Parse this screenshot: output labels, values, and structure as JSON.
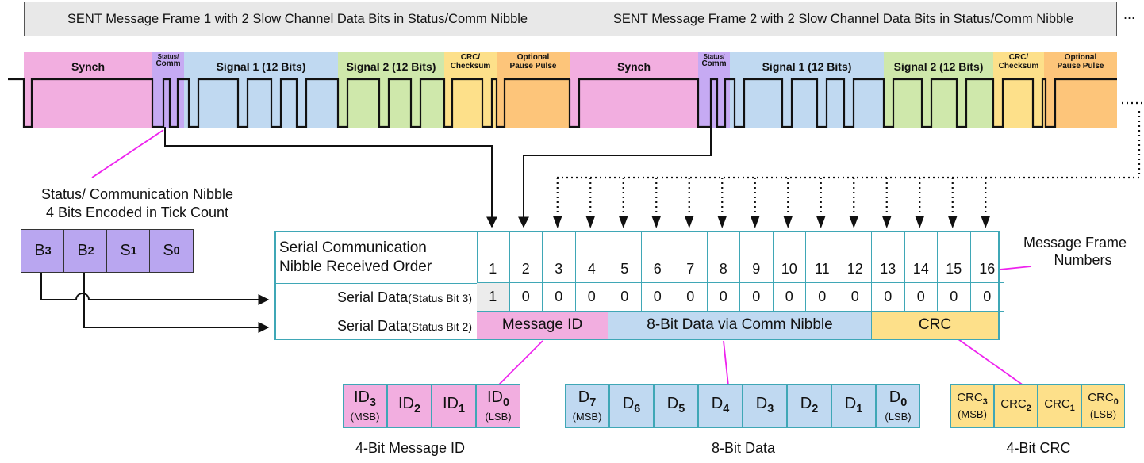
{
  "headers": {
    "frame1": "SENT Message Frame 1 with 2 Slow Channel Data Bits in Status/Comm Nibble",
    "frame2": "SENT Message Frame 2 with 2 Slow Channel Data Bits in Status/Comm Nibble",
    "ellipsis": "..."
  },
  "segments": {
    "synch": "Synch",
    "status_line1": "Status/",
    "status_line2": "Comm",
    "signal1": "Signal 1 (12 Bits)",
    "signal2": "Signal 2 (12 Bits)",
    "crc_line1": "CRC/",
    "crc_line2": "Checksum",
    "pause_line1": "Optional",
    "pause_line2": "Pause Pulse"
  },
  "colors": {
    "synch": "#f2aee0",
    "status": "#c6aaf3",
    "signal1": "#c0d9f1",
    "signal2": "#cfe8ab",
    "crc": "#fde08a",
    "pause": "#fdc57a",
    "table_border": "#3fa7b6",
    "pointer": "#ee22ee"
  },
  "status_nibble": {
    "title_line1": "Status/ Communication Nibble",
    "title_line2": "4 Bits Encoded in Tick Count",
    "bits": [
      {
        "base": "B",
        "sub": "3"
      },
      {
        "base": "B",
        "sub": "2"
      },
      {
        "base": "S",
        "sub": "1"
      },
      {
        "base": "S",
        "sub": "0"
      }
    ]
  },
  "table": {
    "row0_label_line1": "Serial Communication",
    "row0_label_line2": "Nibble Received Order",
    "row1_label_main": "Serial Data ",
    "row1_label_sub": "(Status Bit 3)",
    "row2_label_main": "Serial Data ",
    "row2_label_sub": "(Status Bit 2)",
    "order": [
      "1",
      "2",
      "3",
      "4",
      "5",
      "6",
      "7",
      "8",
      "9",
      "10",
      "11",
      "12",
      "13",
      "14",
      "15",
      "16"
    ],
    "bit3": [
      "1",
      "0",
      "0",
      "0",
      "0",
      "0",
      "0",
      "0",
      "0",
      "0",
      "0",
      "0",
      "0",
      "0",
      "0",
      "0"
    ],
    "message_id": "Message ID",
    "data8": "8-Bit Data via Comm Nibble",
    "crc": "CRC"
  },
  "frame_numbers": {
    "line1": "Message Frame",
    "line2": "Numbers"
  },
  "message_id_bits": {
    "caption": "4-Bit Message ID",
    "cells": [
      {
        "base": "ID",
        "sub": "3",
        "note": "(MSB)"
      },
      {
        "base": "ID",
        "sub": "2",
        "note": ""
      },
      {
        "base": "ID",
        "sub": "1",
        "note": ""
      },
      {
        "base": "ID",
        "sub": "0",
        "note": "(LSB)"
      }
    ]
  },
  "data_bits": {
    "caption": "8-Bit Data",
    "cells": [
      {
        "base": "D",
        "sub": "7",
        "note": "(MSB)"
      },
      {
        "base": "D",
        "sub": "6",
        "note": ""
      },
      {
        "base": "D",
        "sub": "5",
        "note": ""
      },
      {
        "base": "D",
        "sub": "4",
        "note": ""
      },
      {
        "base": "D",
        "sub": "3",
        "note": ""
      },
      {
        "base": "D",
        "sub": "2",
        "note": ""
      },
      {
        "base": "D",
        "sub": "1",
        "note": ""
      },
      {
        "base": "D",
        "sub": "0",
        "note": "(LSB)"
      }
    ]
  },
  "crc_bits": {
    "caption": "4-Bit CRC",
    "cells": [
      {
        "base": "CRC",
        "sub": "3",
        "note": "(MSB)"
      },
      {
        "base": "CRC",
        "sub": "2",
        "note": ""
      },
      {
        "base": "CRC",
        "sub": "1",
        "note": ""
      },
      {
        "base": "CRC",
        "sub": "0",
        "note": "(LSB)"
      }
    ]
  }
}
